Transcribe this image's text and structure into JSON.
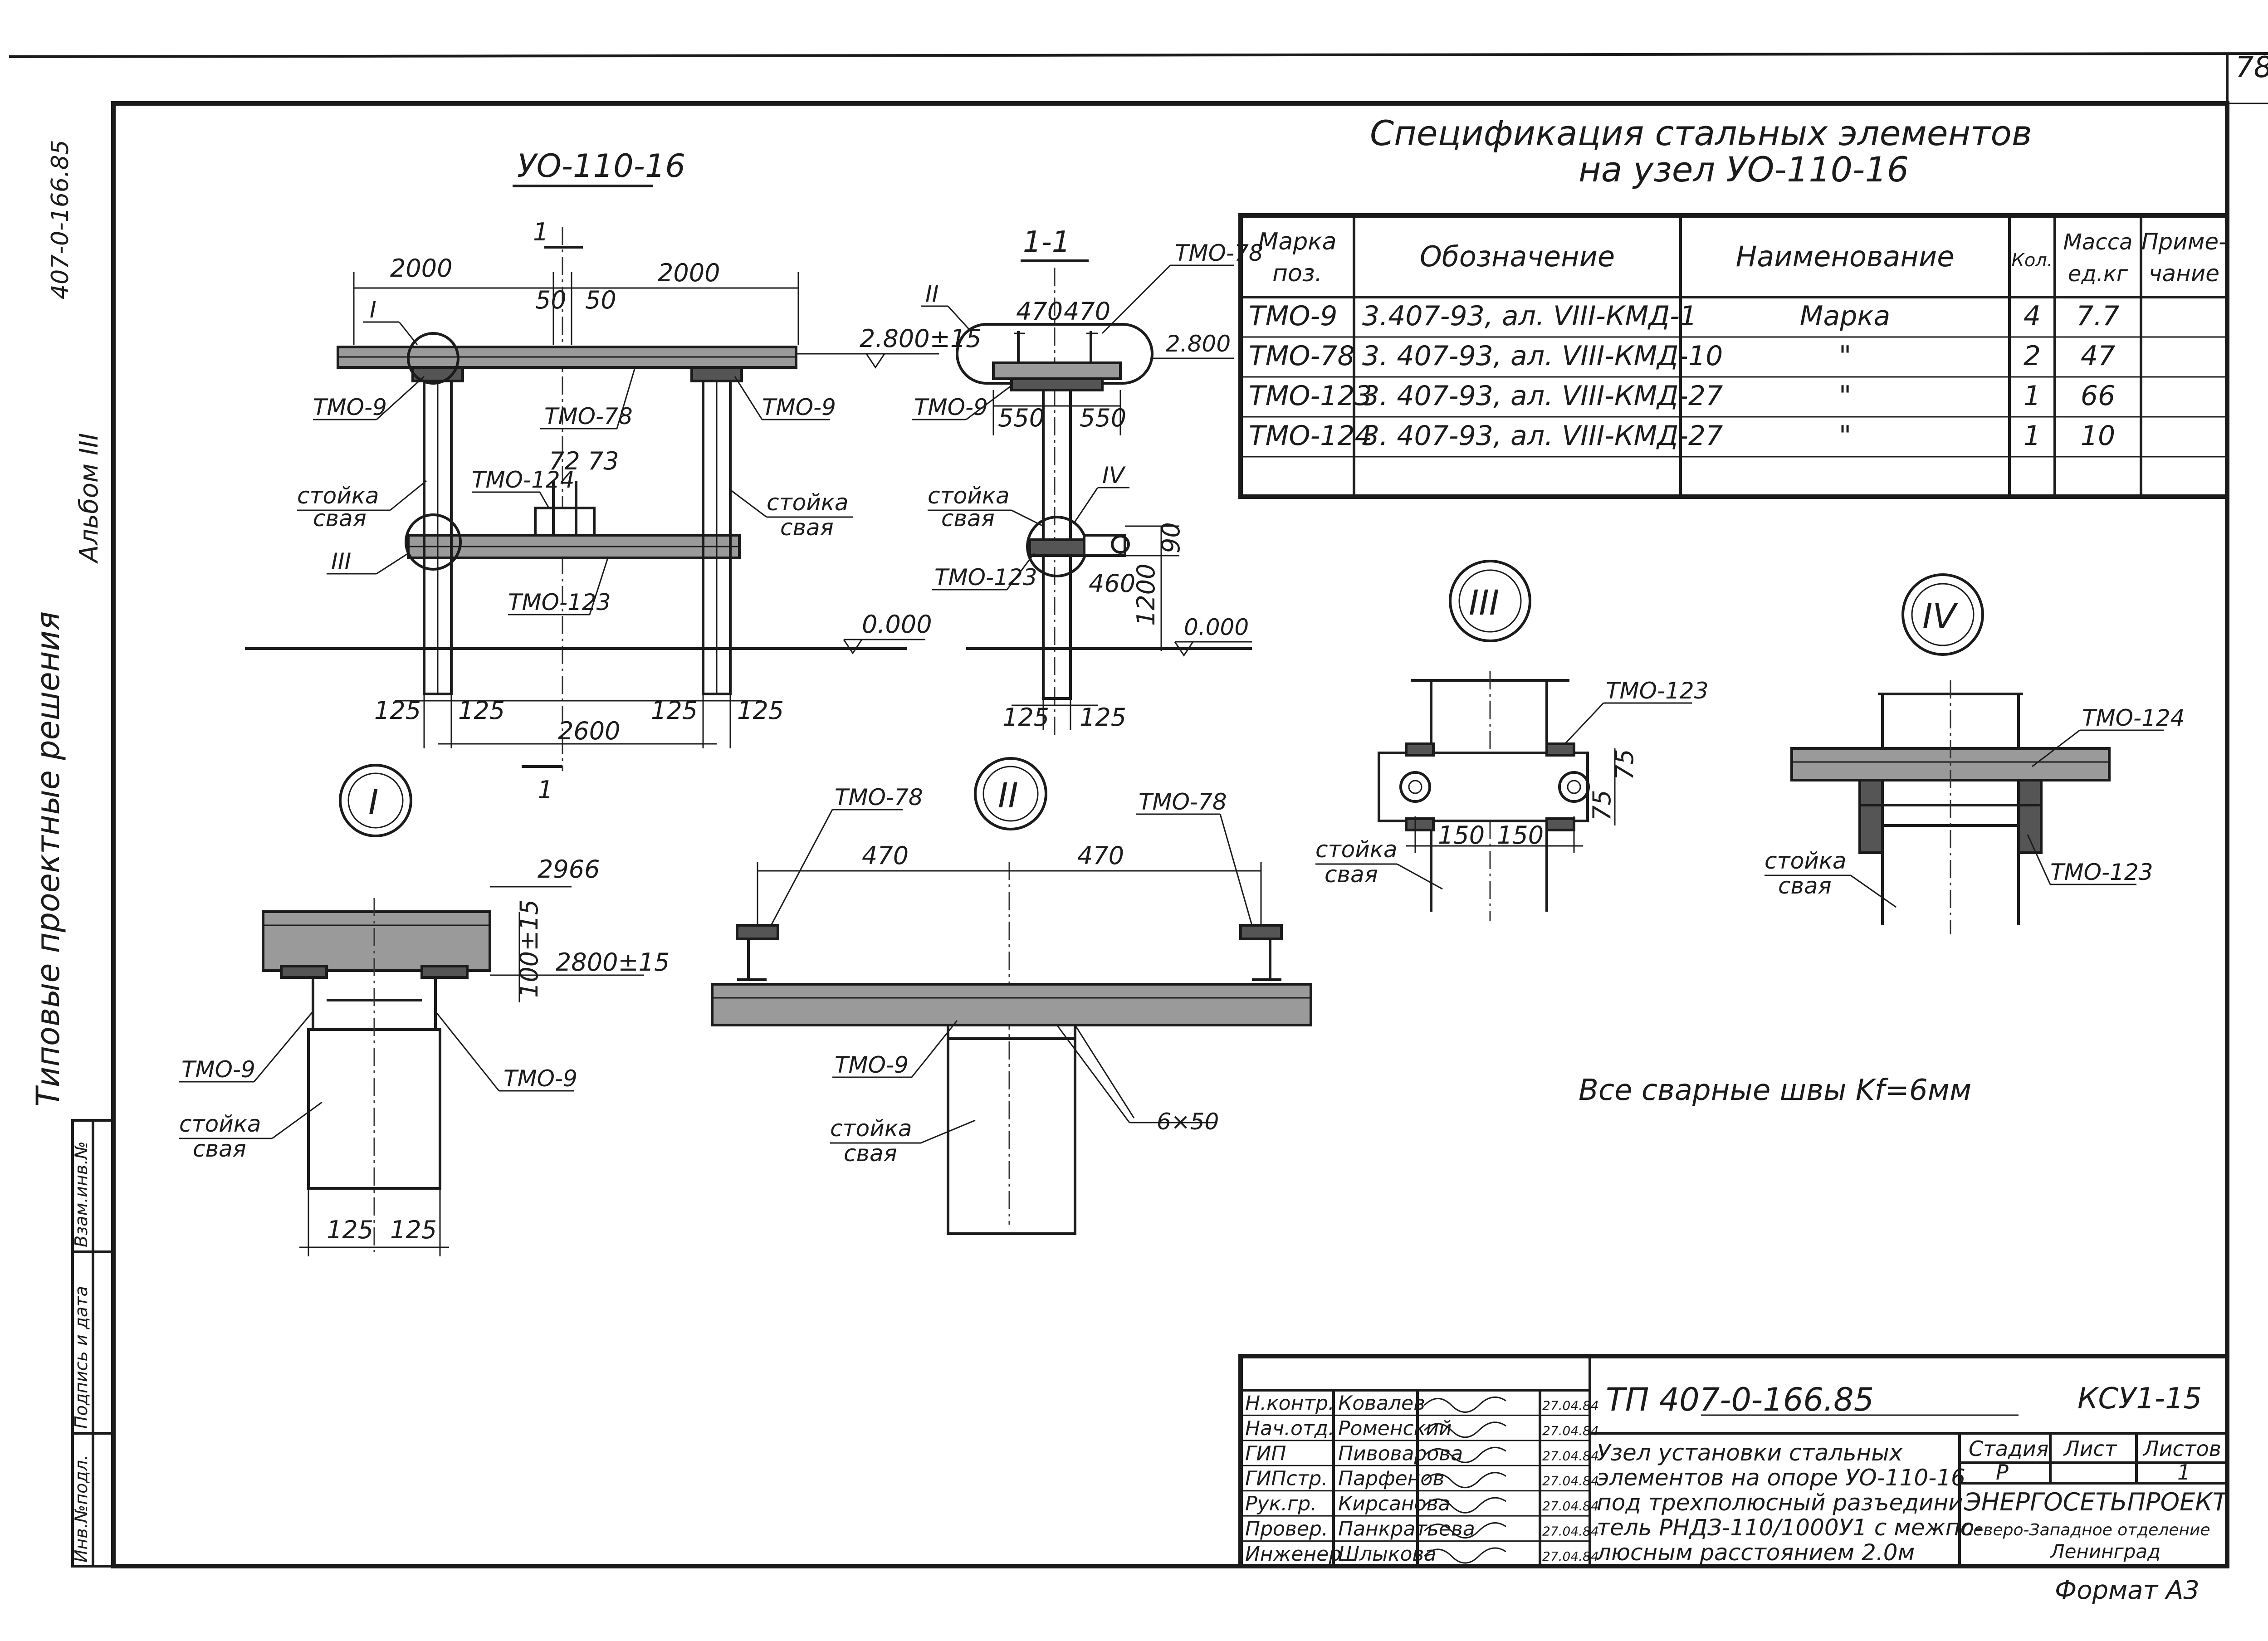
{
  "page_number": "78",
  "margin_text": {
    "series": "Типовые проектные решения",
    "album": "Альбом III",
    "code": "407-0-166.85"
  },
  "left_stamp": {
    "inv_podl": "Инв.№подл.",
    "podpis_data": "Подпись и дата",
    "vzam_inv": "Взам.инв.№"
  },
  "main_view": {
    "title": "УО-110-16",
    "section_mark": "1",
    "dims": {
      "left_span": "2000",
      "right_span": "2000",
      "gap_l": "50",
      "gap_r": "50",
      "bottom_span": "2600",
      "pile_l1": "125",
      "pile_l2": "125",
      "pile_r1": "125",
      "pile_r2": "125",
      "bolt_dims": "72 73"
    },
    "labels": {
      "node_i": "I",
      "node_iii": "III",
      "tmo9_left": "ТМО-9",
      "tmo9_right": "ТМО-9",
      "tmo78": "ТМО-78",
      "tmo124": "ТМО-124",
      "tmo123": "ТМО-123",
      "stoika_l": "стойка",
      "svaya_l": "свая",
      "stoika_r": "стойка",
      "svaya_r": "свая",
      "level_top": "2.800±15",
      "level_zero": "0.000"
    }
  },
  "section_view": {
    "title": "1-1",
    "labels": {
      "node_ii": "II",
      "node_iv": "IV",
      "tmo78": "ТМО-78",
      "tmo9": "ТМО-9",
      "tmo123": "ТМО-123",
      "stoika": "стойка",
      "svaya": "свая",
      "level_top": "2.800",
      "level_zero": "0.000"
    },
    "dims": {
      "top_l": "470",
      "top_r": "470",
      "mid_l": "550",
      "mid_r": "550",
      "d90": "90",
      "d460": "460",
      "d1200": "1200",
      "bot_l": "125",
      "bot_r": "125"
    }
  },
  "spec_table": {
    "title_line1": "Спецификация стальных элементов",
    "title_line2": "на узел УО-110-16",
    "headers": [
      "Марка поз.",
      "Обозначение",
      "Наименование",
      "Кол.",
      "Масса ед.кг",
      "Приме- чание"
    ],
    "header_lines": [
      [
        "Марка",
        "поз."
      ],
      [
        "Обозначение"
      ],
      [
        "Наименование"
      ],
      [
        "Кол."
      ],
      [
        "Масса",
        "ед.кг"
      ],
      [
        "Приме-",
        "чание"
      ]
    ],
    "rows": [
      [
        "ТМО-9",
        "3.407-93, ал. VIII-КМД-1",
        "Марка",
        "4",
        "7.7",
        ""
      ],
      [
        "ТМО-78",
        "3. 407-93, ал. VIII-КМД-10",
        "\"",
        "2",
        "47",
        ""
      ],
      [
        "ТМО-123",
        "3. 407-93, ал. VIII-КМД-27",
        "\"",
        "1",
        "66",
        ""
      ],
      [
        "ТМО-124",
        "3. 407-93, ал. VIII-КМД-27",
        "\"",
        "1",
        "10",
        ""
      ],
      [
        "",
        "",
        "",
        "",
        "",
        ""
      ]
    ]
  },
  "detail_i": {
    "label": "I",
    "level_a": "2966",
    "level_b": "2800±15",
    "dim_v": "100±15",
    "tmo9_l": "ТМО-9",
    "tmo9_r": "ТМО-9",
    "stoika": "стойка",
    "svaya": "свая",
    "dim_l": "125",
    "dim_r": "125"
  },
  "detail_ii": {
    "label": "II",
    "tmo78_l": "ТМО-78",
    "tmo78_r": "ТМО-78",
    "dim_l": "470",
    "dim_r": "470",
    "tmo9": "ТМО-9",
    "stoika": "стойка",
    "svaya": "свая",
    "weld": "6×50"
  },
  "detail_iii": {
    "label": "III",
    "tmo123": "ТМО-123",
    "stoika": "стойка",
    "svaya": "свая",
    "dim_l": "150",
    "dim_r": "150",
    "dim_v1": "75",
    "dim_v2": "75"
  },
  "detail_iv": {
    "label": "IV",
    "tmo124": "ТМО-124",
    "tmo123": "ТМО-123",
    "stoika": "стойка",
    "svaya": "свая"
  },
  "weld_note": "Все сварные швы Kf=6мм",
  "title_block": {
    "doc_code": "ТП 407-0-166.85",
    "sheet_code": "КСУ1-15",
    "roles": [
      {
        "role": "Н.контр.",
        "name": "Ковалев",
        "date": "27.04.84"
      },
      {
        "role": "Нач.отд.",
        "name": "Роменский",
        "date": "27.04.84"
      },
      {
        "role": "ГИП",
        "name": "Пивоварова",
        "date": "27.04.84"
      },
      {
        "role": "ГИПстр.",
        "name": "Парфенов",
        "date": "27.04.84"
      },
      {
        "role": "Рук.гр.",
        "name": "Кирсанова",
        "date": "27.04.84"
      },
      {
        "role": "Провер.",
        "name": "Панкратьева",
        "date": "27.04.84"
      },
      {
        "role": "Инженер",
        "name": "Шлыкова",
        "date": "27.04.84"
      }
    ],
    "description": [
      "Узел установки стальных",
      "элементов на опоре УО-110-16",
      "под трехполюсный разъедини",
      "тель РНДЗ-110/1000У1 с межпо-",
      "люсным расстоянием 2.0м"
    ],
    "stage_header": "Стадия",
    "sheet_header": "Лист",
    "sheets_header": "Листов",
    "stage": "Р",
    "sheet": "",
    "sheets": "1",
    "org_name": "ЭНЕРГОСЕТЬПРОЕКТ",
    "org_branch": "Северо-Западное отделение",
    "org_city": "Ленинград",
    "format": "Формат А3"
  }
}
